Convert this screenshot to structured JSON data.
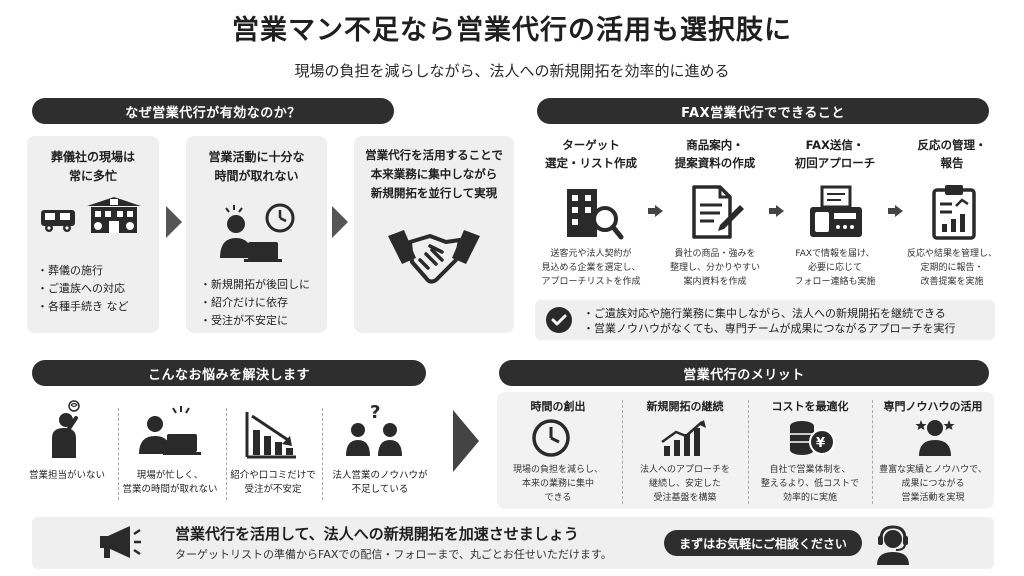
{
  "header": {
    "title": "営業マン不足なら営業代行の活用も選択肢に",
    "subtitle": "現場の負担を減らしながら、法人への新規開拓を効率的に進める"
  },
  "why": {
    "heading": "なぜ営業代行が有効なのか？",
    "card1": {
      "title_line1": "葬儀社の現場は",
      "title_line2": "常に多忙",
      "bullets": [
        "葬儀の施行",
        "ご遺族への対応",
        "各種手続き など"
      ]
    },
    "card2": {
      "title_line1": "営業活動に十分な",
      "title_line2": "時間が取れない",
      "bullets": [
        "新規開拓が後回しに",
        "紹介だけに依存",
        "受注が不安定に"
      ]
    },
    "card3": {
      "title_line1": "営業代行を活用することで",
      "title_line2": "本来業務に集中しながら",
      "title_line3": "新規開拓を並行して実現"
    }
  },
  "fax": {
    "heading": "FAX営業代行でできること",
    "steps": [
      {
        "title1": "ターゲット",
        "title2": "選定・リスト作成",
        "desc1": "送客元や法人契約が",
        "desc2": "見込める企業を選定し、",
        "desc3": "アプローチリストを作成"
      },
      {
        "title1": "商品案内・",
        "title2": "提案資料の作成",
        "desc1": "貴社の商品・強みを",
        "desc2": "整理し、分かりやすい",
        "desc3": "案内資料を作成"
      },
      {
        "title1": "FAX送信・",
        "title2": "初回アプローチ",
        "desc1": "FAXで情報を届け、",
        "desc2": "必要に応じて",
        "desc3": "フォロー連絡も実施"
      },
      {
        "title1": "反応の管理・",
        "title2": "報告",
        "desc1": "反応や結果を管理し、",
        "desc2": "定期的に報告・",
        "desc3": "改善提案を実施"
      }
    ],
    "checks": [
      "ご遺族対応や施行業務に集中しながら、法人への新規開拓を継続できる",
      "営業ノウハウがなくても、専門チームが成果につながるアプローチを実行"
    ]
  },
  "problems": {
    "heading": "こんなお悩みを解決します",
    "items": [
      {
        "line1": "営業担当がいない",
        "line2": ""
      },
      {
        "line1": "現場が忙しく、",
        "line2": "営業の時間が取れない"
      },
      {
        "line1": "紹介や口コミだけで",
        "line2": "受注が不安定"
      },
      {
        "line1": "法人営業のノウハウが",
        "line2": "不足している"
      }
    ]
  },
  "merits": {
    "heading": "営業代行のメリット",
    "items": [
      {
        "title": "時間の創出",
        "desc1": "現場の負担を減らし、",
        "desc2": "本来の業務に集中",
        "desc3": "できる"
      },
      {
        "title": "新規開拓の継続",
        "desc1": "法人へのアプローチを",
        "desc2": "継続し、安定した",
        "desc3": "受注基盤を構築"
      },
      {
        "title": "コストを最適化",
        "desc1": "自社で営業体制を、",
        "desc2": "整えるより、低コストで",
        "desc3": "効率的に実施"
      },
      {
        "title": "専門ノウハウの活用",
        "desc1": "豊富な実績とノウハウで、",
        "desc2": "成果につながる",
        "desc3": "営業活動を実現"
      }
    ]
  },
  "cta": {
    "main": "営業代行を活用して、法人への新規開拓を加速させましょう",
    "sub": "ターゲットリストの準備からFAXでの配信・フォローまで、丸ごとお任せいただけます。",
    "button": "まずはお気軽にご相談ください"
  }
}
